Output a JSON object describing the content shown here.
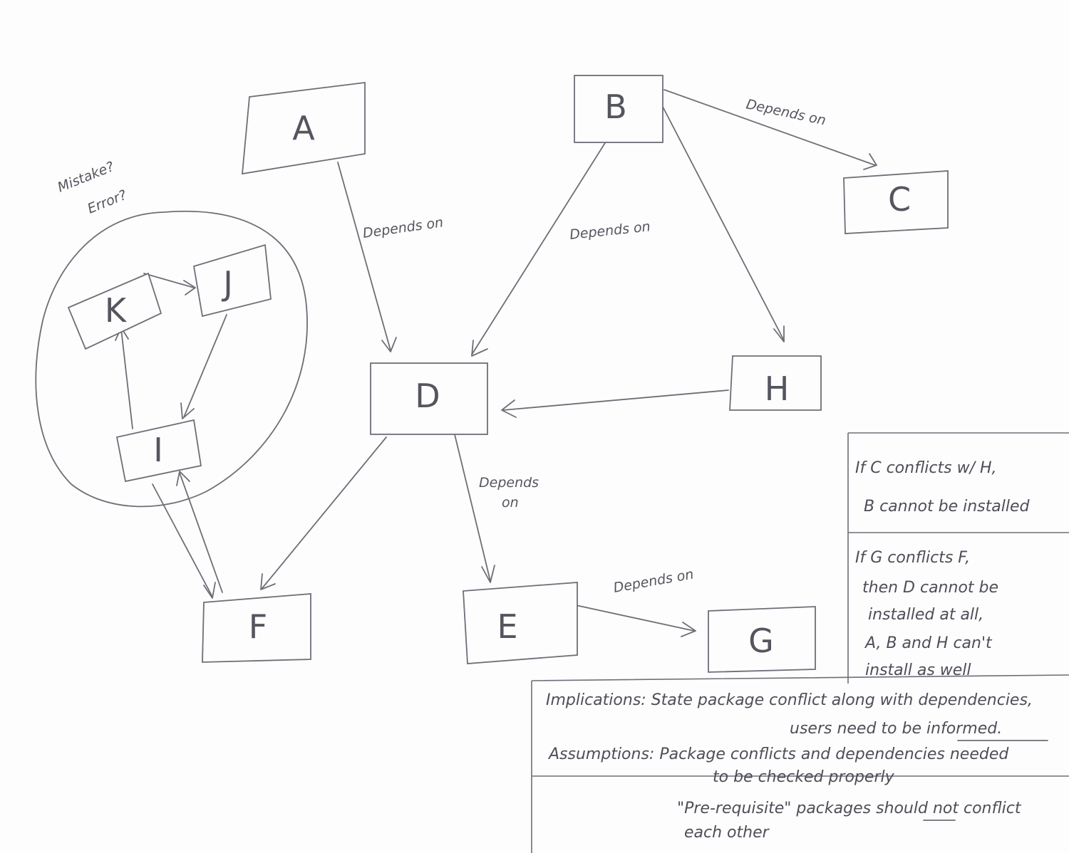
{
  "nodes": {
    "A": "A",
    "B": "B",
    "C": "C",
    "D": "D",
    "E": "E",
    "F": "F",
    "G": "G",
    "H": "H",
    "I": "I",
    "J": "J",
    "K": "K"
  },
  "edge_labels": {
    "b_c": "Depends on",
    "a_d": "Depends on",
    "b_d": "Depends on",
    "d_e": [
      "Depends",
      "on"
    ],
    "e_g": "Depends on"
  },
  "cycle_annotation": [
    "Mistake?",
    "Error?"
  ],
  "conflict_notes": {
    "note1": [
      "If C conflicts w/ H,",
      "B cannot be installed"
    ],
    "note2": [
      "If G conflicts F,",
      "then D cannot be",
      "installed at all,",
      "A, B and H can't",
      "install as well"
    ]
  },
  "summary": {
    "implications": [
      "Implications: State package conflict along with dependencies,",
      "users need to be informed."
    ],
    "assumptions": [
      "Assumptions: Package conflicts and dependencies needed",
      "to be checked properly",
      "\"Pre-requisite\" packages should not conflict",
      "each other"
    ]
  }
}
